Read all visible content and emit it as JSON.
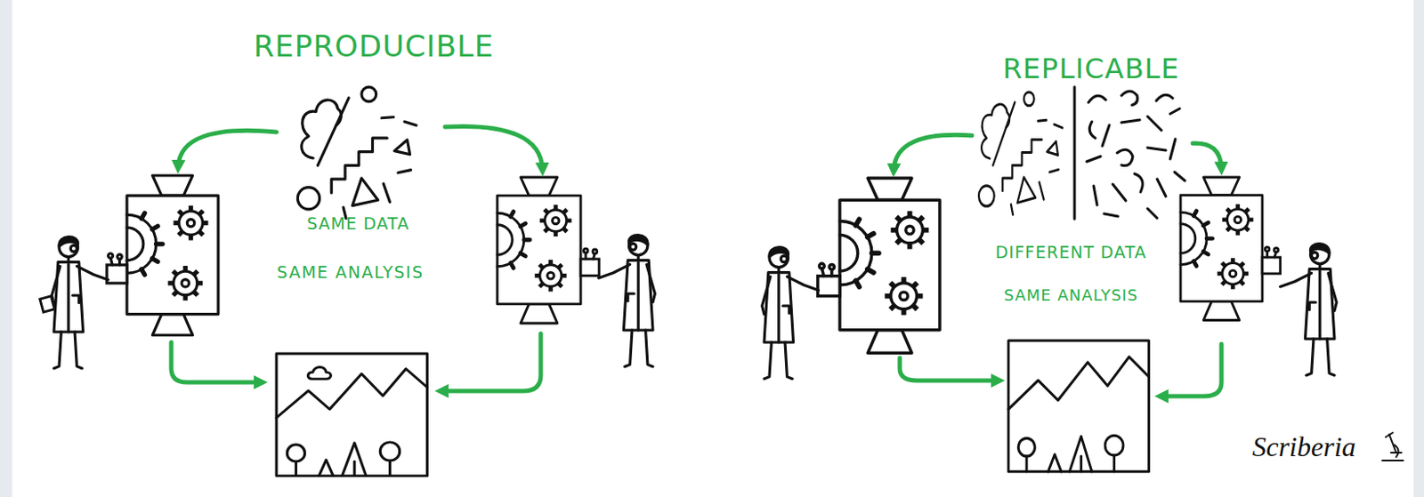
{
  "diagram": {
    "labels": [
      "REPRODUCIBLE",
      "SAME DATA",
      "SAME ANALYSIS",
      "REPLICABLE",
      "DIFFERENT DATA",
      "SAME ANALYSIS",
      "Scriberia"
    ]
  }
}
